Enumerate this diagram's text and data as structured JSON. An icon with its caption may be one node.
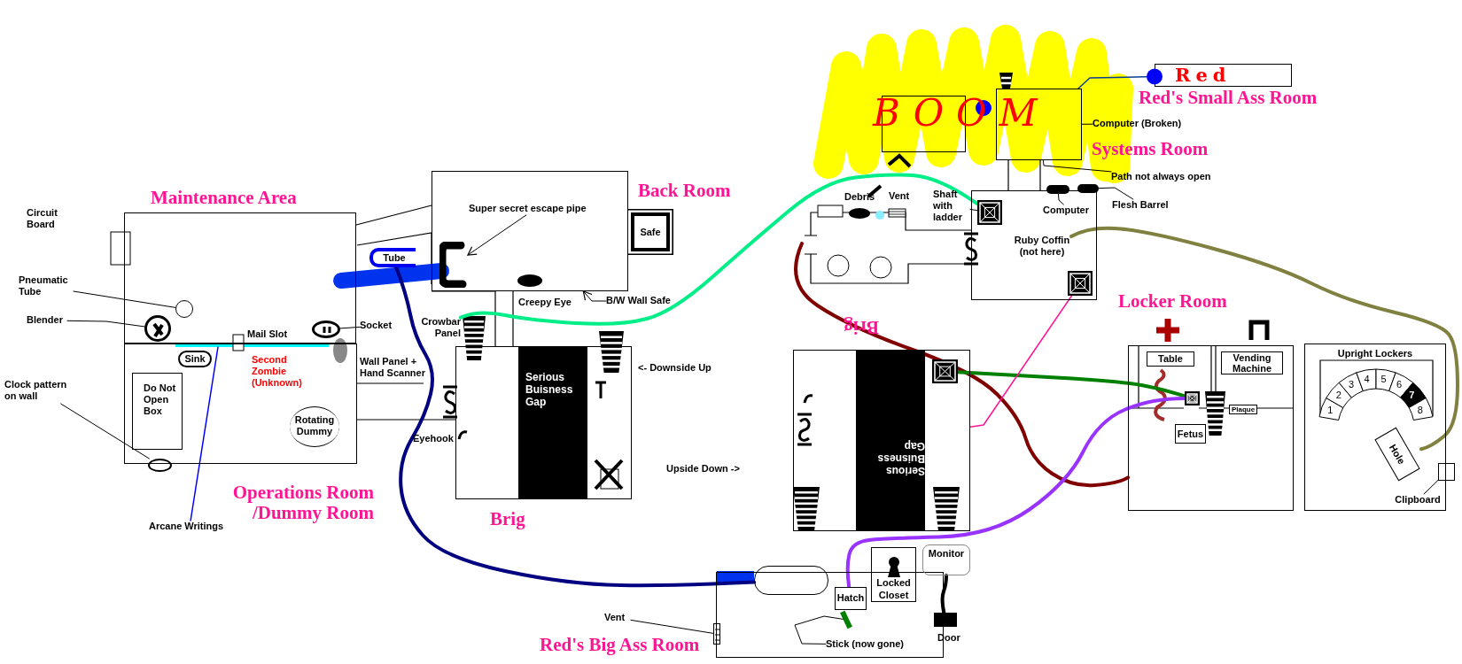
{
  "diagram": {
    "nodes": [
      {
        "text": [
          "Maintenance Area"
        ]
      },
      {
        "text": [],
        "shape": "circle",
        "in": 0
      },
      {
        "text": [
          "Pneumatic Tube"
        ]
      },
      {
        "text": [],
        "shape": "circle",
        "in": 0
      },
      {
        "text": [
          "Blender"
        ]
      },
      {
        "text": [],
        "shape": "circle",
        "in": 0
      },
      {
        "text": [
          "Socket"
        ]
      },
      {
        "text": [
          "Operations Room /Dummy Room"
        ]
      },
      {
        "text": [
          "Sink"
        ],
        "in": 7
      },
      {
        "text": [
          "Do Not Open Box"
        ],
        "in": 7
      },
      {
        "text": [
          "Rotating Dummy"
        ],
        "in": 7
      },
      {
        "text": [],
        "shape": "circle"
      },
      {
        "text": [
          "Clock pattern on wall"
        ]
      },
      {
        "text": [
          "Arcane Writings"
        ]
      },
      {
        "text": [
          "Tube"
        ]
      },
      {
        "text": [
          "Back Room"
        ]
      },
      {
        "text": [
          "Safe"
        ]
      },
      {
        "text": [],
        "shape": "picture",
        "in": 15
      },
      {
        "text": [
          "Super secret escape pipe"
        ],
        "in": 15
      },
      {
        "text": [
          "Creepy Eye"
        ]
      },
      {
        "text": [
          "B/W Wall Safe"
        ]
      },
      {
        "text": [
          "Brig"
        ]
      },
      {
        "text": [
          "Serious Buisness Gap"
        ],
        "in": 21
      },
      {
        "text": [
          "Crowbar Panel"
        ]
      },
      {
        "text": [
          "Red's Big Ass Room"
        ]
      },
      {
        "text": [],
        "shape": "box"
      },
      {
        "text": [
          "Hatch"
        ],
        "in": 24
      },
      {
        "text": [
          "Locked Closet"
        ]
      },
      {
        "text": [
          "Monitor"
        ]
      },
      {
        "text": [],
        "shape": "bar",
        "in": 24
      },
      {
        "text": [
          "Stick (now gone)"
        ],
        "in": 24
      },
      {
        "text": [],
        "shape": "box"
      },
      {
        "text": [
          "Vent"
        ]
      },
      {
        "text": [
          "Brig"
        ]
      },
      {
        "text": [
          "Serious Buisness Gap"
        ],
        "in": 33
      },
      {
        "text": [],
        "shape": "box",
        "in": 33
      },
      {
        "text": [
          "Systems Room"
        ]
      },
      {
        "text": [],
        "shape": "box",
        "in": 36
      },
      {
        "text": [
          "Shaft with ladder"
        ]
      },
      {
        "text": [
          "Ruby Coffin (not here)"
        ],
        "in": 36
      },
      {
        "text": [],
        "shape": "box",
        "in": 36
      },
      {
        "text": [],
        "shape": "bar"
      },
      {
        "text": [
          "Computer"
        ],
        "in": 36
      },
      {
        "text": [],
        "shape": "bar"
      },
      {
        "text": [
          "Flesh Barrel"
        ]
      },
      {
        "text": [
          "Path not always open"
        ]
      },
      {
        "text": [],
        "shape": "box"
      },
      {
        "text": [
          "Computer (Broken)"
        ]
      },
      {
        "text": [
          "Red",
          "Red's Small Ass Room"
        ]
      },
      {
        "text": [
          "Locker Room"
        ]
      },
      {
        "text": [
          "Upright Lockers"
        ]
      },
      {
        "text": [
          "Table"
        ],
        "in": 49
      },
      {
        "text": [
          "Vending Machine"
        ],
        "in": 49
      },
      {
        "text": [
          "Fetus"
        ],
        "in": 49
      },
      {
        "text": [],
        "shape": "box",
        "in": 49
      },
      {
        "text": [
          "Plaque"
        ],
        "in": 49
      },
      {
        "text": [
          "Hole"
        ],
        "in": 50
      },
      {
        "text": [],
        "shape": "box"
      },
      {
        "text": [
          "Clipboard"
        ],
        "in": 50
      },
      {
        "text": [],
        "shape": "box",
        "in": 24,
        "beside": [
          "Door"
        ]
      },
      {
        "text": [],
        "shape": "box"
      }
    ],
    "edges": [
      {
        "from": 2,
        "to": 1,
        "arrow": "none"
      },
      {
        "from": 4,
        "to": 3,
        "arrow": "none"
      },
      {
        "from": 6,
        "to": 5,
        "arrow": "none"
      },
      {
        "from": 12,
        "to": 11,
        "arrow": "none"
      },
      {
        "from": 13,
        "to": 7,
        "arrow": "none",
        "color": "#0000ff"
      },
      {
        "from": 18,
        "to": 17,
        "arrow": "to"
      },
      {
        "from": 20,
        "to": 15,
        "arrow": "to"
      },
      {
        "from": 32,
        "to": 31,
        "arrow": "none"
      },
      {
        "from": 30,
        "to": 29,
        "arrow": "none"
      },
      {
        "from": 38,
        "to": 37,
        "arrow": "none"
      },
      {
        "from": 42,
        "to": 41,
        "arrow": "none"
      },
      {
        "from": 44,
        "to": 43,
        "arrow": "none"
      },
      {
        "from": 45,
        "to": 60,
        "arrow": "none"
      },
      {
        "from": 47,
        "to": 60,
        "arrow": "none"
      },
      {
        "from": 58,
        "to": 57,
        "arrow": "none"
      },
      {
        "from": 14,
        "to": 25,
        "arrow": "none",
        "style": "thick",
        "color": "#000080"
      },
      {
        "from": 23,
        "to": 37,
        "arrow": "none",
        "style": "thick",
        "color": "#00ee88"
      },
      {
        "from": null,
        "to": 49,
        "arrow": "none",
        "style": "thick",
        "color": "#800000"
      },
      {
        "from": 35,
        "to": 54,
        "arrow": "none",
        "style": "thick",
        "color": "#008000"
      },
      {
        "from": 26,
        "to": 54,
        "arrow": "none",
        "style": "thick",
        "color": "#9933ff"
      },
      {
        "from": 39,
        "to": 56,
        "arrow": "none",
        "style": "thick",
        "color": "#808040"
      },
      {
        "from": 40,
        "to": 33,
        "arrow": "none",
        "color": "#ff1493"
      },
      {
        "from": 60,
        "to": 48,
        "arrow": "other",
        "color": "#0b3d91"
      },
      {
        "from": 28,
        "to": 59,
        "arrow": "none",
        "style": "thick"
      }
    ],
    "labels": [
      "BOOM",
      "Debris",
      "Vent",
      "Circuit Board",
      "Mail Slot",
      "Wall Panel + Hand Scanner",
      "Second Zombie (Unknown)",
      "<- Downside Up",
      "1",
      "2",
      "3",
      "4",
      "5",
      "6",
      "7",
      "8",
      "Eyehook",
      "Upside Down ->"
    ]
  }
}
